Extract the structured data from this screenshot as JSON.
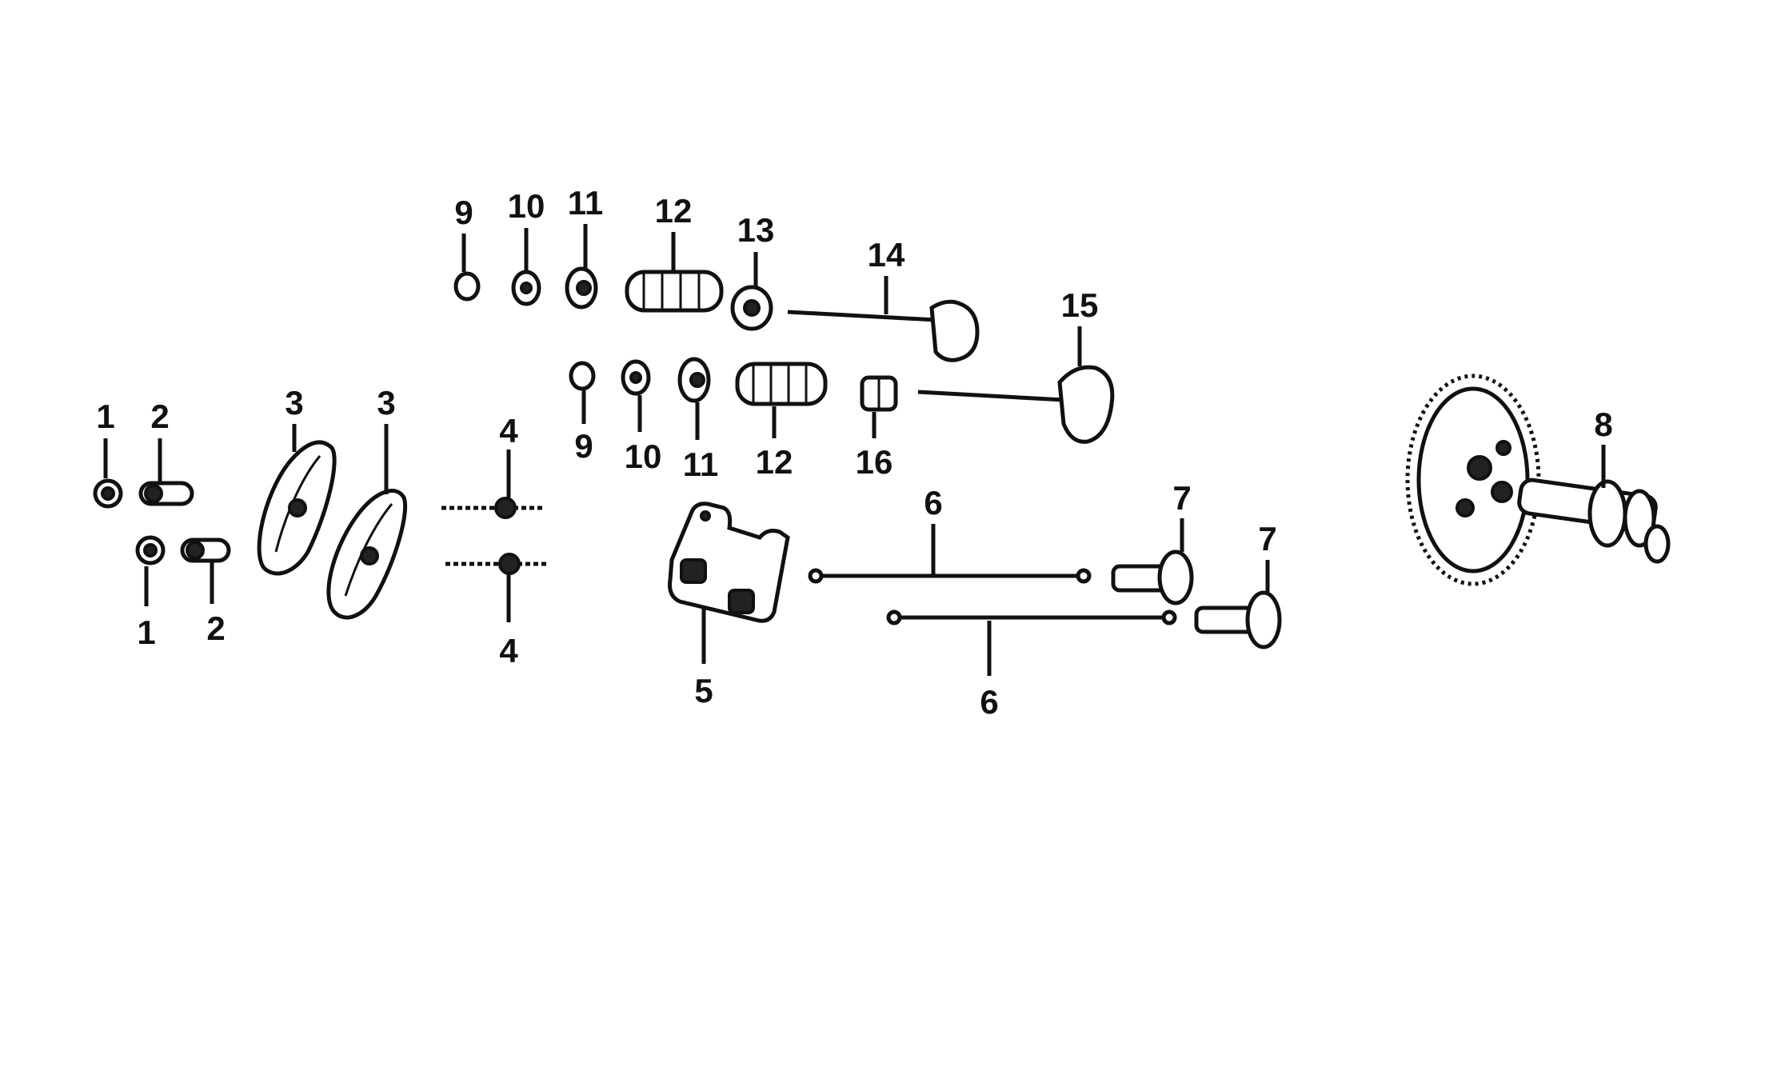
{
  "labels": {
    "p1a": "1",
    "p1b": "1",
    "p2a": "2",
    "p2b": "2",
    "p3a": "3",
    "p3b": "3",
    "p4a": "4",
    "p4b": "4",
    "p5": "5",
    "p6a": "6",
    "p6b": "6",
    "p7a": "7",
    "p7b": "7",
    "p8": "8",
    "p9a": "9",
    "p9b": "9",
    "p10a": "10",
    "p10b": "10",
    "p11a": "11",
    "p11b": "11",
    "p12a": "12",
    "p12b": "12",
    "p13": "13",
    "p14": "14",
    "p15": "15",
    "p16": "16"
  },
  "colors": {
    "ink": "#111111",
    "background": "#ffffff"
  }
}
